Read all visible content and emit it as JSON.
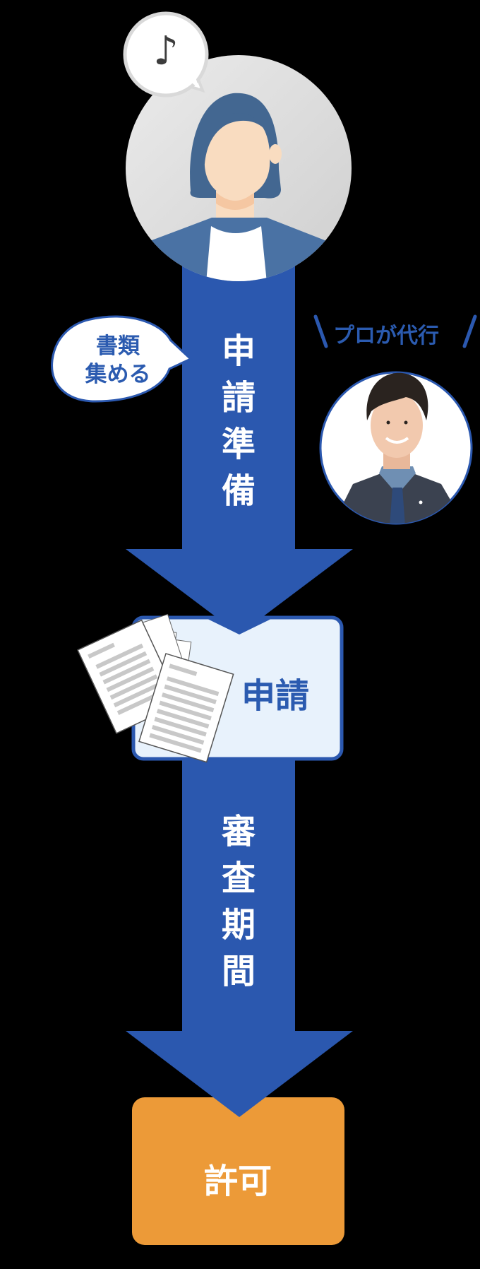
{
  "colors": {
    "background": "#000000",
    "arrow_blue": "#2B58AF",
    "avatar_circle_gray": "#DCDCDC",
    "hair_blue": "#436791",
    "skin": "#F9DCC0",
    "jacket_blue": "#4A72A4",
    "apply_box_fill": "#E8F2FC",
    "apply_box_border": "#2B58AF",
    "permit_box_fill": "#EC9A38",
    "text_white": "#FFFFFF",
    "text_blue": "#2B5BB0"
  },
  "user_avatar": {
    "thought_bubble_icon": "music-note-icon",
    "thought_bubble_glyph": "♪"
  },
  "steps": [
    {
      "id": "preparation",
      "label_chars": [
        "申",
        "請",
        "準",
        "備"
      ],
      "label": "申請準備",
      "side_bubble": {
        "line1": "書類",
        "line2": "集める"
      },
      "pro_callout": {
        "label": "プロが代行",
        "left_mark": "\\",
        "right_mark": "/"
      }
    },
    {
      "id": "application",
      "label": "申請",
      "icon": "documents-icon"
    },
    {
      "id": "review",
      "label_chars": [
        "審",
        "査",
        "期",
        "間"
      ],
      "label": "審査期間"
    },
    {
      "id": "permit",
      "label": "許可"
    }
  ]
}
